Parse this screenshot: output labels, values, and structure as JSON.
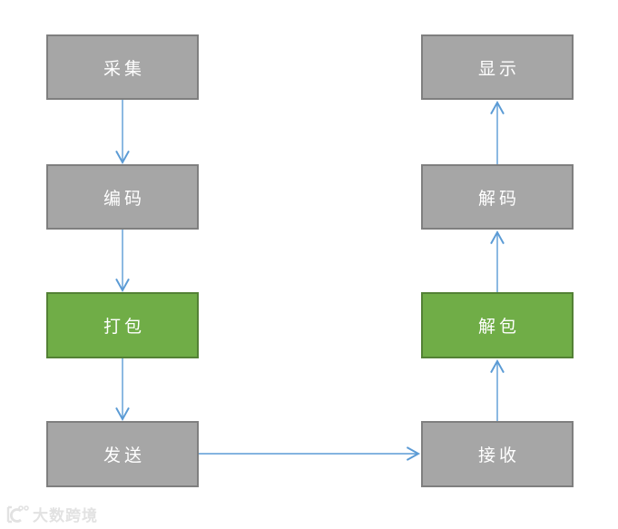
{
  "diagram": {
    "type": "flowchart",
    "nodes": [
      {
        "id": "capture",
        "label": "采集",
        "column": "left",
        "row": 1,
        "variant": "gray"
      },
      {
        "id": "encode",
        "label": "编码",
        "column": "left",
        "row": 2,
        "variant": "gray"
      },
      {
        "id": "pack",
        "label": "打包",
        "column": "left",
        "row": 3,
        "variant": "green"
      },
      {
        "id": "send",
        "label": "发送",
        "column": "left",
        "row": 4,
        "variant": "gray"
      },
      {
        "id": "receive",
        "label": "接收",
        "column": "right",
        "row": 4,
        "variant": "gray"
      },
      {
        "id": "unpack",
        "label": "解包",
        "column": "right",
        "row": 3,
        "variant": "green"
      },
      {
        "id": "decode",
        "label": "解码",
        "column": "right",
        "row": 2,
        "variant": "gray"
      },
      {
        "id": "display",
        "label": "显示",
        "column": "right",
        "row": 1,
        "variant": "gray"
      }
    ],
    "edges": [
      {
        "from": "采集",
        "to": "编码",
        "direction": "down"
      },
      {
        "from": "编码",
        "to": "打包",
        "direction": "down"
      },
      {
        "from": "打包",
        "to": "发送",
        "direction": "down"
      },
      {
        "from": "发送",
        "to": "接收",
        "direction": "right"
      },
      {
        "from": "接收",
        "to": "解包",
        "direction": "up"
      },
      {
        "from": "解包",
        "to": "解码",
        "direction": "up"
      },
      {
        "from": "解码",
        "to": "显示",
        "direction": "up"
      }
    ],
    "colors": {
      "node_fill_gray": "#a6a6a6",
      "node_border_gray": "#7f7f7f",
      "node_fill_green": "#70ad47",
      "node_border_green": "#538135",
      "arrow": "#5b9bd5",
      "node_text": "#ffffff",
      "background": "#ffffff",
      "watermark": "#e2e2e2"
    }
  },
  "watermark": {
    "text": "大数跨境"
  }
}
